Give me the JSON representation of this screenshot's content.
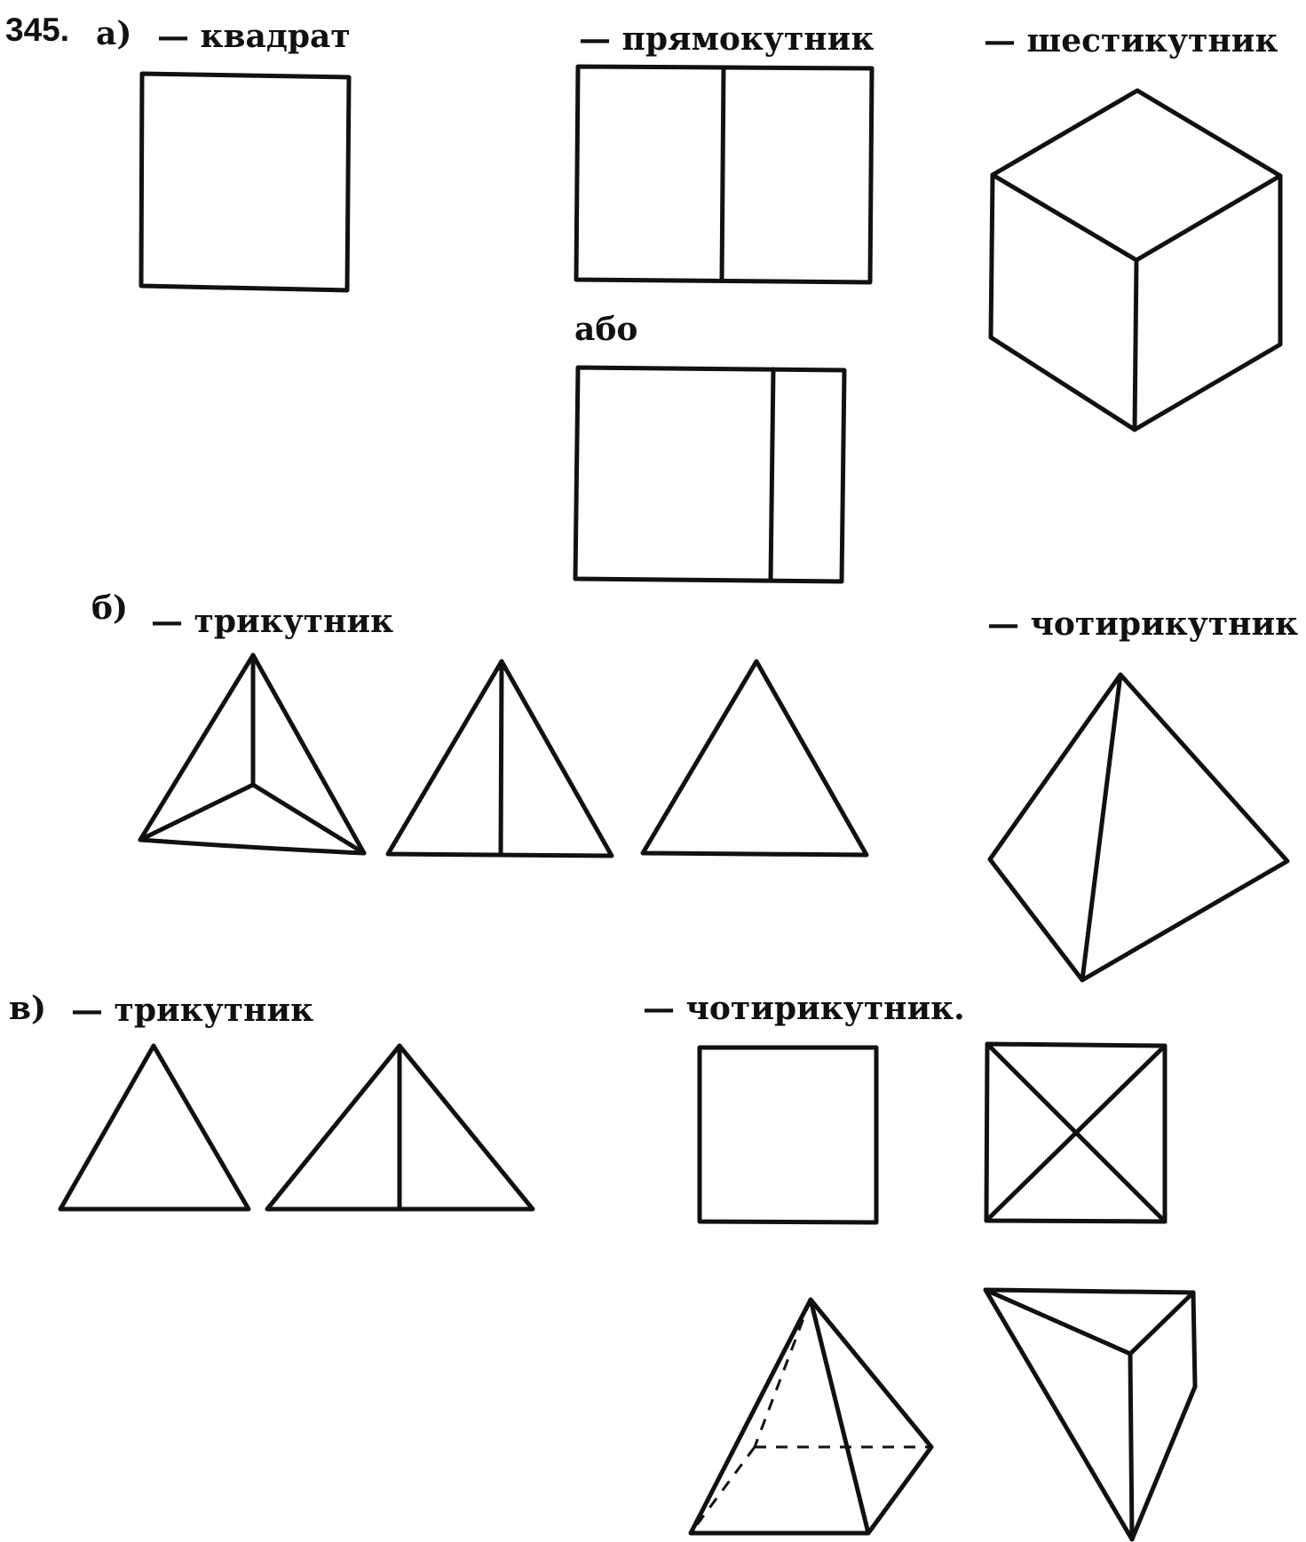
{
  "exercise": {
    "number": "345."
  },
  "part_a": {
    "marker": "а)",
    "square_caption": "— квадрат",
    "rectangle_caption": "— прямокутник",
    "or_word": "або",
    "hexahedron_caption": "— шестикутник"
  },
  "part_b": {
    "marker": "б)",
    "triangle_caption": "— трикутник",
    "quadrilateral_caption": "— чотирикутник"
  },
  "part_v": {
    "marker": "в)",
    "triangle_caption": "— трикутник",
    "quadrilateral_caption": "— чотирикутник."
  },
  "colors": {
    "ink": "#111111",
    "paper": "#ffffff"
  }
}
